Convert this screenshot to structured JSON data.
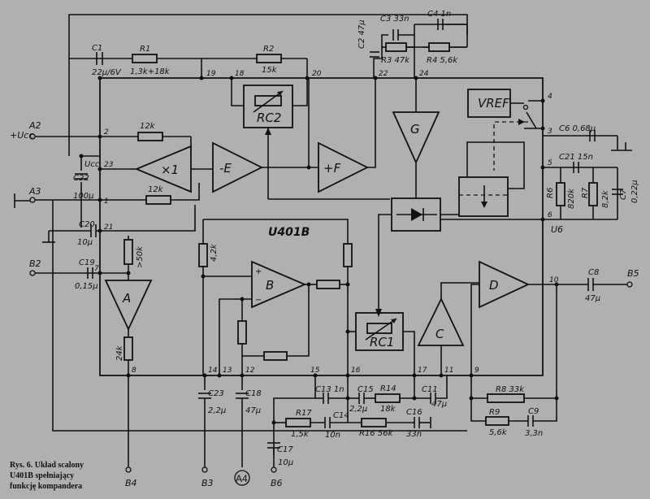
{
  "chip": {
    "name": "U401B"
  },
  "blocks": {
    "A": "A",
    "B": "B",
    "C": "C",
    "D": "D",
    "E": "-E",
    "F": "+F",
    "G": "G",
    "mult": "×1",
    "vref": "VREF",
    "rc1": "RC1",
    "rc2": "RC2"
  },
  "components": {
    "c1": "C1",
    "c1_val": "22µ/6V",
    "r1": "R1",
    "r1_val": "1,3k+18k",
    "r2": "R2",
    "r2_val": "15k",
    "c2": "C2 47µ",
    "c3": "C3 33n",
    "c4": "C4 1n",
    "r3": "R3 47k",
    "r4": "R4 5,6k",
    "r_12k_top": "12k",
    "r_12k_mid": "12k",
    "c22": "C22",
    "c22_val": "100µ",
    "c20": "C20",
    "c20_val": "10µ",
    "c19": "C19",
    "c19_val": "0,15µ",
    "r_50k": ">50k",
    "r_24k": "24k",
    "r_42k": "4,2k",
    "c6": "C6 0,68µ",
    "c21": "C21 15n",
    "r6": "R6",
    "r6_val": "820k",
    "r7": "R7",
    "r7_val": "8,2k",
    "c7": "C7",
    "c7_val": "0,22µ",
    "c8": "C8",
    "c8_val": "47µ",
    "c13": "C13 1n",
    "c15": "C15",
    "c15_val": "2,2µ",
    "r14": "R14",
    "r14_val": "18k",
    "c11": "C11",
    "c11_val": "47µ",
    "r17": "R17",
    "r17_val": "1,5k",
    "c14": "C14",
    "c14_val": "10n",
    "r16": "R16 56k",
    "c16": "C16",
    "c16_val": "33n",
    "r8": "R8 33k",
    "r9": "R9",
    "r9_val": "5,6k",
    "c9": "C9",
    "c9_val": "3,3n",
    "c23": "C23",
    "c23_val": "2,2µ",
    "c18": "C18",
    "c18_val": "47µ",
    "c17": "C17",
    "c17_val": "10µ"
  },
  "terminals": {
    "a2": "A2",
    "a3": "A3",
    "b2": "B2",
    "b3": "B3",
    "b4": "B4",
    "b5": "B5",
    "b6": "B6",
    "ucc": "+Ucc",
    "ucc_pin": "Ucc",
    "u6": "U6"
  },
  "pins": [
    "1",
    "2",
    "3",
    "4",
    "5",
    "6",
    "7",
    "8",
    "9",
    "10",
    "11",
    "12",
    "13",
    "14",
    "15",
    "16",
    "17",
    "18",
    "19",
    "20",
    "21",
    "22",
    "23",
    "24"
  ],
  "caption": {
    "line1": "Rys. 6.  Układ scalony",
    "line2": "U401B spełniający",
    "line3": "funkcję kompandera"
  },
  "watermark": "A4"
}
